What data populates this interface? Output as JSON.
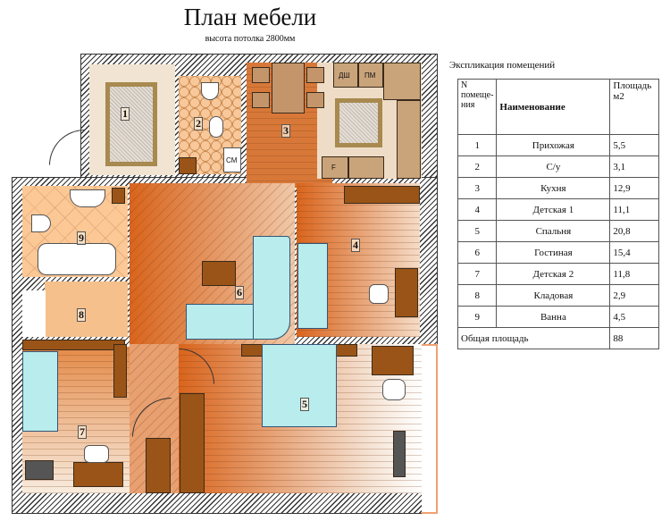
{
  "title": "План мебели",
  "subtitle": "высота потолка 2800мм",
  "rooms": {
    "r1": "1",
    "r2": "2",
    "r3": "3",
    "r4": "4",
    "r5": "5",
    "r6": "6",
    "r7": "7",
    "r8": "8",
    "r9": "9"
  },
  "appliances": {
    "dishwasher": "ДШ",
    "microwave": "ПМ",
    "fridge": "F",
    "washer": "СМ"
  },
  "explication": {
    "title": "Экспликация  помещений",
    "headers": {
      "number": "N помеще-ния",
      "name": "Наименование",
      "area": "Площадь м2"
    },
    "rows": [
      {
        "n": "1",
        "name": "Прихожая",
        "area": "5,5"
      },
      {
        "n": "2",
        "name": "С/у",
        "area": "3,1"
      },
      {
        "n": "3",
        "name": "Кухня",
        "area": "12,9"
      },
      {
        "n": "4",
        "name": "Детская 1",
        "area": "11,1"
      },
      {
        "n": "5",
        "name": "Спальня",
        "area": "20,8"
      },
      {
        "n": "6",
        "name": "Гостиная",
        "area": "15,4"
      },
      {
        "n": "7",
        "name": "Детская 2",
        "area": "11,8"
      },
      {
        "n": "8",
        "name": "Кладовая",
        "area": "2,9"
      },
      {
        "n": "9",
        "name": "Ванна",
        "area": "4,5"
      }
    ],
    "total_label": "Общая площадь",
    "total_value": "88"
  }
}
